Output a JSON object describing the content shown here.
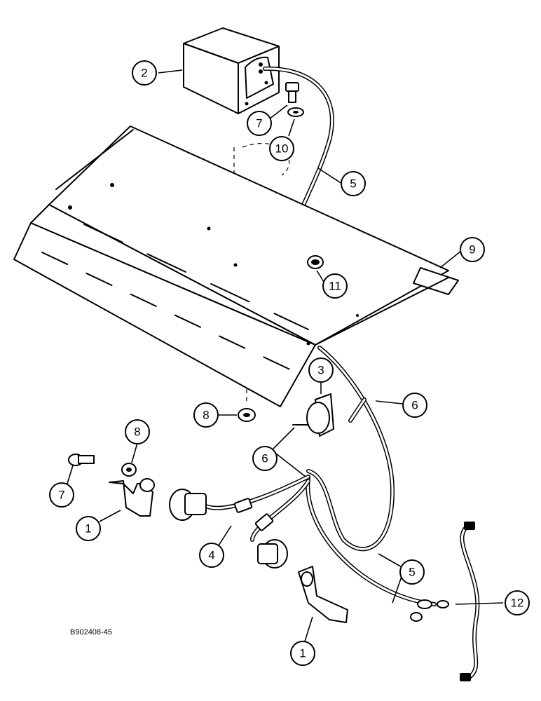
{
  "figure_id": "B902408-45",
  "callouts": [
    {
      "label": "2"
    },
    {
      "label": "7"
    },
    {
      "label": "10"
    },
    {
      "label": "5"
    },
    {
      "label": "9"
    },
    {
      "label": "11"
    },
    {
      "label": "3"
    },
    {
      "label": "6"
    },
    {
      "label": "8"
    },
    {
      "label": "8"
    },
    {
      "label": "7"
    },
    {
      "label": "6"
    },
    {
      "label": "1"
    },
    {
      "label": "4"
    },
    {
      "label": "5"
    },
    {
      "label": "12"
    },
    {
      "label": "1"
    }
  ]
}
